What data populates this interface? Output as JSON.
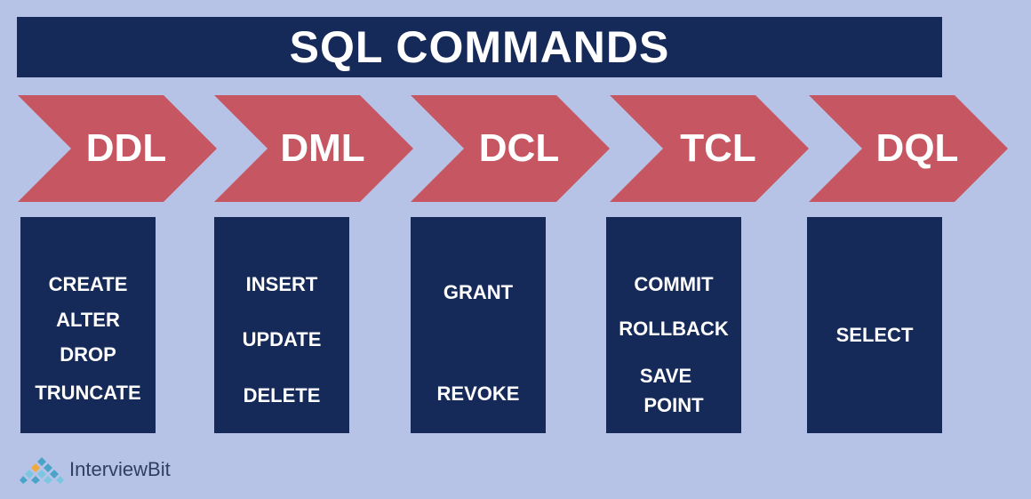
{
  "title": "SQL COMMANDS",
  "colors": {
    "background": "#b7c3e6",
    "navy": "#162a5a",
    "chevron": "#c75663"
  },
  "categories": [
    {
      "label": "DDL",
      "commands": [
        "CREATE",
        "ALTER",
        "DROP",
        "TRUNCATE"
      ]
    },
    {
      "label": "DML",
      "commands": [
        "INSERT",
        "UPDATE",
        "DELETE"
      ]
    },
    {
      "label": "DCL",
      "commands": [
        "GRANT",
        "REVOKE"
      ]
    },
    {
      "label": "TCL",
      "commands": [
        "COMMIT",
        "ROLLBACK",
        "SAVE",
        "POINT"
      ]
    },
    {
      "label": "DQL",
      "commands": [
        "SELECT"
      ]
    }
  ],
  "logo": {
    "text": "InterviewBit",
    "icon": "interviewbit-logo-icon"
  }
}
